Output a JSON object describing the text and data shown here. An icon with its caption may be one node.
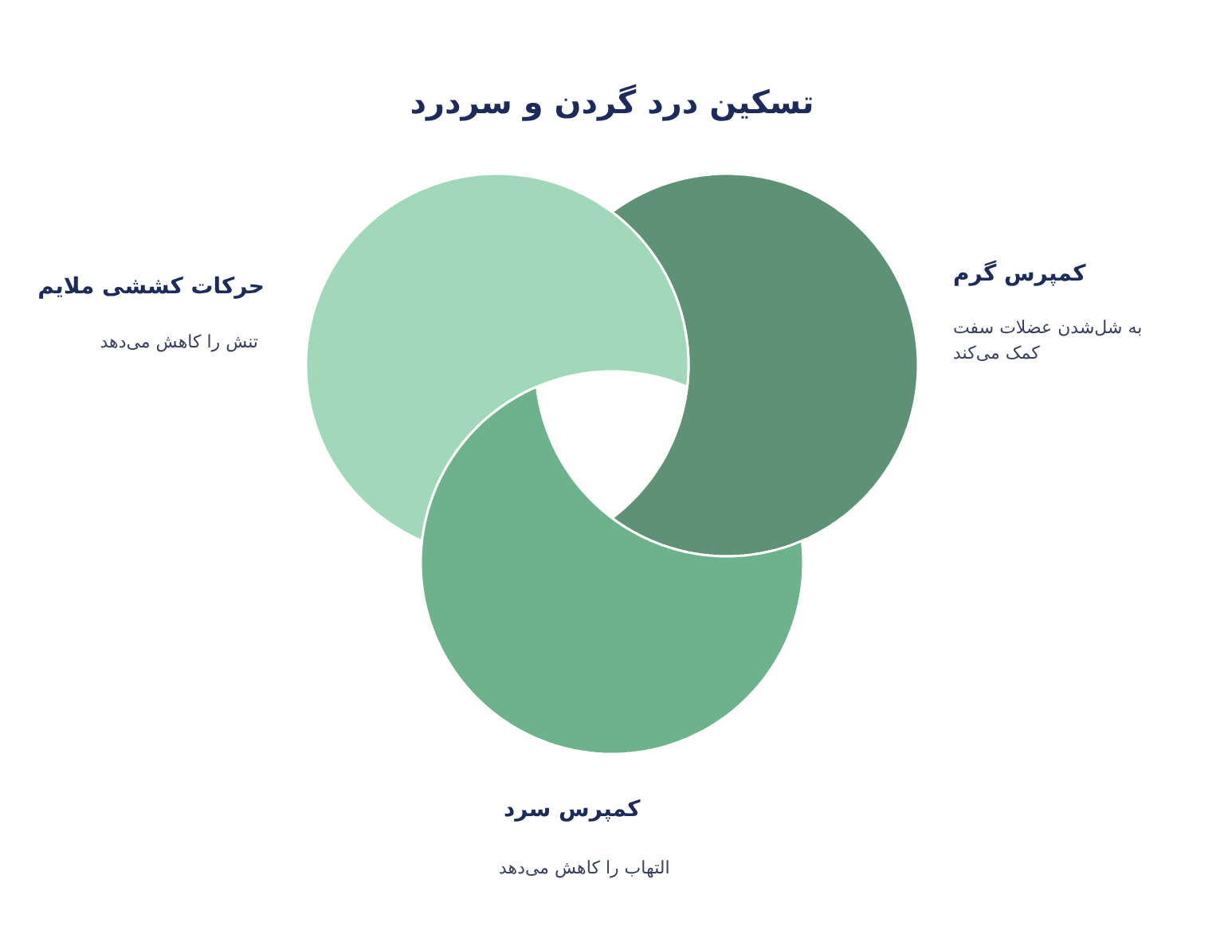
{
  "diagram": {
    "title": "تسکین درد گردن و سردرد",
    "nodes": [
      {
        "text": [
          "کمپرس گرم",
          "به شل‌شدن عضلات سفت کمک می‌کند"
        ]
      },
      {
        "text": [
          "حرکات کششی ملایم",
          "تنش را کاهش می‌دهد"
        ]
      },
      {
        "text": [
          "کمپرس سرد",
          "التهاب را کاهش می‌دهد"
        ]
      }
    ]
  }
}
